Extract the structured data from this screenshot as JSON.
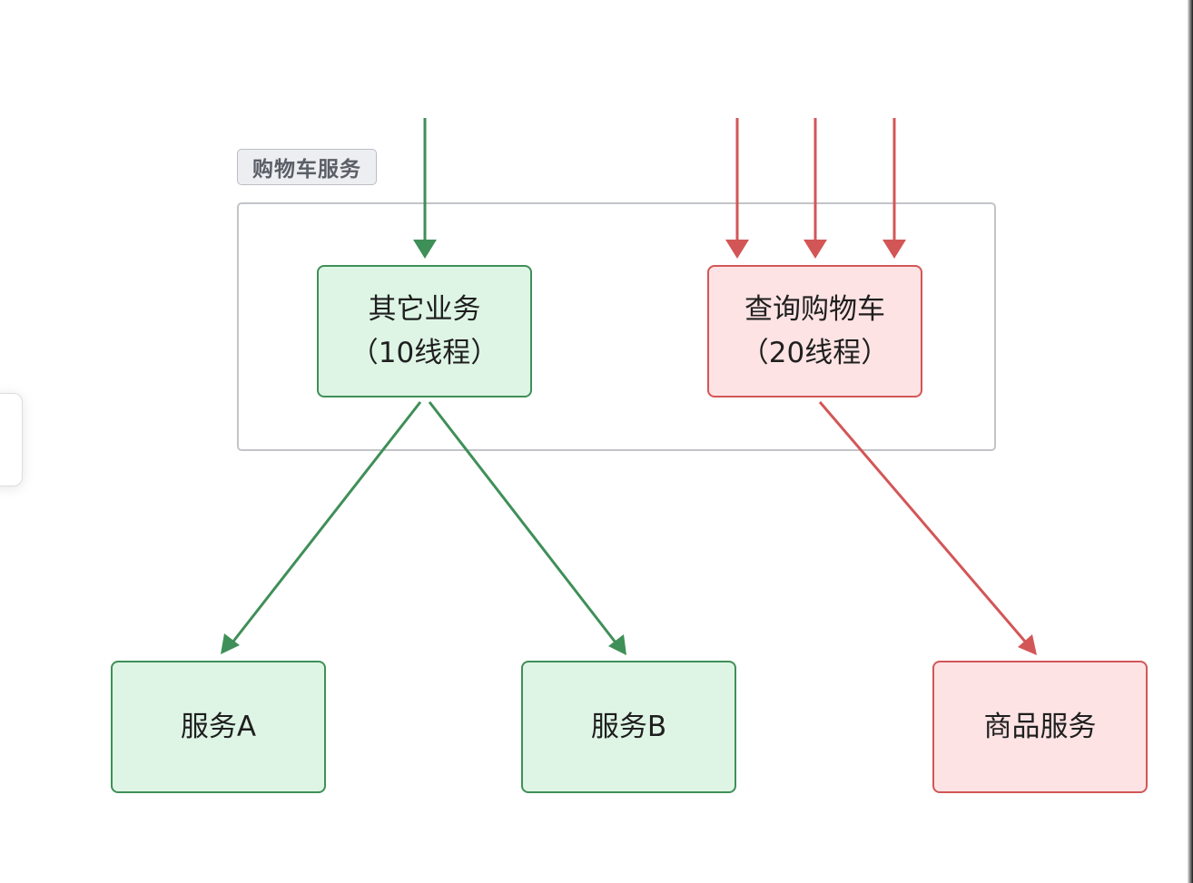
{
  "group": {
    "label": "购物车服务"
  },
  "nodes": {
    "other_business": {
      "line1": "其它业务",
      "line2": "（10线程）"
    },
    "query_cart": {
      "line1": "查询购物车",
      "line2": "（20线程）"
    },
    "service_a": {
      "label": "服务A"
    },
    "service_b": {
      "label": "服务B"
    },
    "product_service": {
      "label": "商品服务"
    }
  },
  "colors": {
    "green_fill": "#def5e5",
    "green_border": "#3f8f58",
    "green_edge": "#3f8f58",
    "red_fill": "#fde3e4",
    "red_border": "#d35657",
    "red_edge": "#d35657",
    "group_border": "#c2c4c8"
  }
}
